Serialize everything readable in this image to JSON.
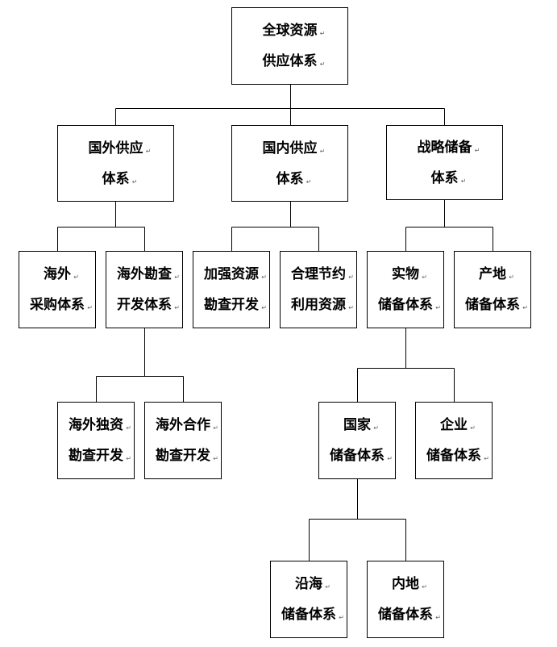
{
  "nodes": {
    "root": {
      "l1": "全球资源",
      "l2": "供应体系"
    },
    "foreign": {
      "l1": "国外供应",
      "l2": "体系"
    },
    "domestic": {
      "l1": "国内供应",
      "l2": "体系"
    },
    "strategic": {
      "l1": "战略储备",
      "l2": "体系"
    },
    "overseas_purchase": {
      "l1": "海外",
      "l2": "采购体系"
    },
    "overseas_explore": {
      "l1": "海外勘查",
      "l2": "开发体系"
    },
    "strengthen_explore": {
      "l1": "加强资源",
      "l2": "勘查开发"
    },
    "rational_use": {
      "l1": "合理节约",
      "l2": "利用资源"
    },
    "physical_reserve": {
      "l1": "实物",
      "l2": "储备体系"
    },
    "origin_reserve": {
      "l1": "产地",
      "l2": "储备体系"
    },
    "overseas_sole": {
      "l1": "海外独资",
      "l2": "勘查开发"
    },
    "overseas_coop": {
      "l1": "海外合作",
      "l2": "勘查开发"
    },
    "national_reserve": {
      "l1": "国家",
      "l2": "储备体系"
    },
    "enterprise_reserve": {
      "l1": "企业",
      "l2": "储备体系"
    },
    "coastal_reserve": {
      "l1": "沿海",
      "l2": "储备体系"
    },
    "inland_reserve": {
      "l1": "内地",
      "l2": "储备体系"
    }
  }
}
